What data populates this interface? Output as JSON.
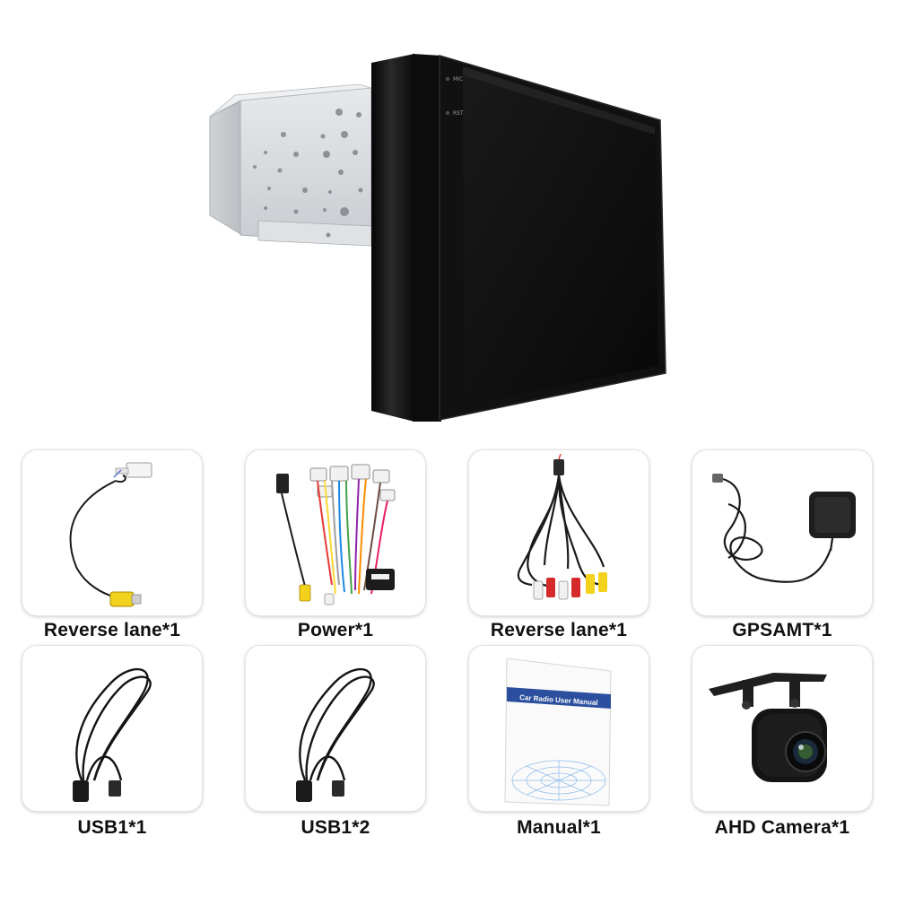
{
  "hero": {
    "screen_mic_label": "MIC",
    "screen_rst_label": "RST"
  },
  "accessories": [
    {
      "label": "Reverse lane*1",
      "icon": "reverse-cable-icon"
    },
    {
      "label": "Power*1",
      "icon": "power-harness-icon"
    },
    {
      "label": "Reverse lane*1",
      "icon": "rca-cable-icon"
    },
    {
      "label": "GPSAMT*1",
      "icon": "gps-antenna-icon"
    },
    {
      "label": "USB1*1",
      "icon": "usb-cable-icon"
    },
    {
      "label": "USB1*2",
      "icon": "usb-cable-icon"
    },
    {
      "label": "Manual*1",
      "icon": "manual-icon"
    },
    {
      "label": "AHD Camera*1",
      "icon": "camera-icon"
    }
  ],
  "manual": {
    "cover_title": "Car Radio User Manual"
  },
  "colors": {
    "card_border": "#e3e3e3",
    "caption_text": "#111111",
    "screen_black": "#0b0b0b",
    "chassis_grey": "#d7dadd",
    "rca_yellow": "#f2d21c",
    "rca_red": "#d42a2a",
    "manual_blue": "#2b4f9e"
  }
}
